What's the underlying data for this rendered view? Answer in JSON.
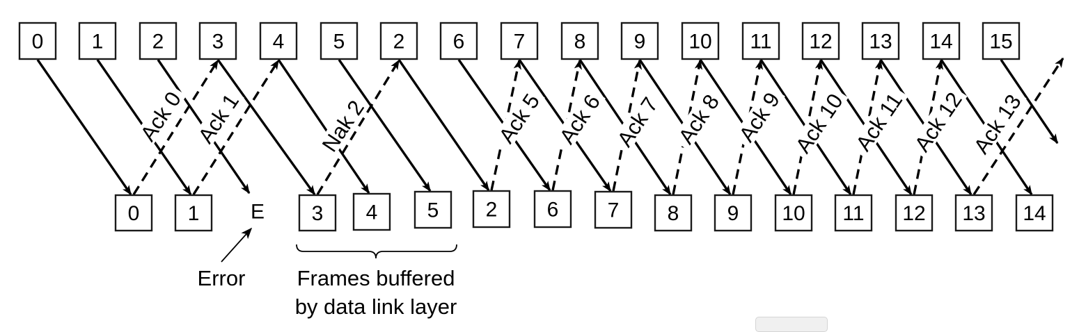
{
  "diagram": {
    "title": "Selective repeat with negative acknowledgement",
    "sender_frames": [
      "0",
      "1",
      "2",
      "3",
      "4",
      "5",
      "2",
      "6",
      "7",
      "8",
      "9",
      "10",
      "11",
      "12",
      "13",
      "14",
      "15"
    ],
    "receiver_frames": [
      "0",
      "1",
      "E",
      "3",
      "4",
      "5",
      "2",
      "6",
      "7",
      "8",
      "9",
      "10",
      "11",
      "12",
      "13",
      "14"
    ],
    "control_messages": [
      "Ack 0",
      "Ack 1",
      "Nak 2",
      "Ack 5",
      "Ack 6",
      "Ack 7",
      "Ack 8",
      "Ack 9",
      "Ack 10",
      "Ack 11",
      "Ack 12",
      "Ack 13"
    ],
    "annotations": {
      "error_label": "Error",
      "buffered_label_line1": "Frames buffered",
      "buffered_label_line2": "by data link layer"
    }
  }
}
